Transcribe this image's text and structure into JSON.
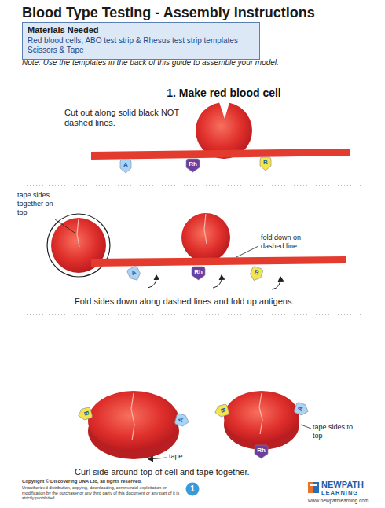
{
  "diagram": {
    "title": "Blood Type Testing - Assembly Instructions",
    "nodes": [
      {
        "text": [
          "Materials Needed",
          "Red blood cells, ABO test strip & Rhesus test strip templates Scissors & Tape"
        ]
      },
      {
        "text": [
          "A"
        ]
      },
      {
        "text": [
          "Rh"
        ]
      },
      {
        "text": [
          "B"
        ]
      },
      {
        "text": [
          "A"
        ]
      },
      {
        "text": [
          "Rh"
        ]
      },
      {
        "text": [
          "B"
        ]
      },
      {
        "text": [
          "B"
        ]
      },
      {
        "text": [
          "A"
        ]
      },
      {
        "text": [
          "B"
        ]
      },
      {
        "text": [
          "A"
        ]
      },
      {
        "text": [
          "Rh"
        ]
      },
      {
        "text": [
          "1"
        ]
      }
    ],
    "labels": [
      "Note: Use the templates in the back of this guide to assemble your model.",
      "1. Make red blood cell",
      "Cut out along solid black NOT dashed lines.",
      "tape sides together on top",
      "fold down on dashed line",
      "Fold sides down along dashed lines and fold up antigens.",
      "tape",
      "tape sides to top",
      "Curl side around top of cell and tape together.",
      "Copyright © Discovering DNA Ltd, all rights reserved.",
      "Unauthorized distribution, copying, downloading, commercial exploitation or modification by the purchaser or any third party of this document or any part of it is strictly prohibited.",
      "NEWPATH",
      "LEARNING",
      "www.newpathlearning.com"
    ]
  }
}
